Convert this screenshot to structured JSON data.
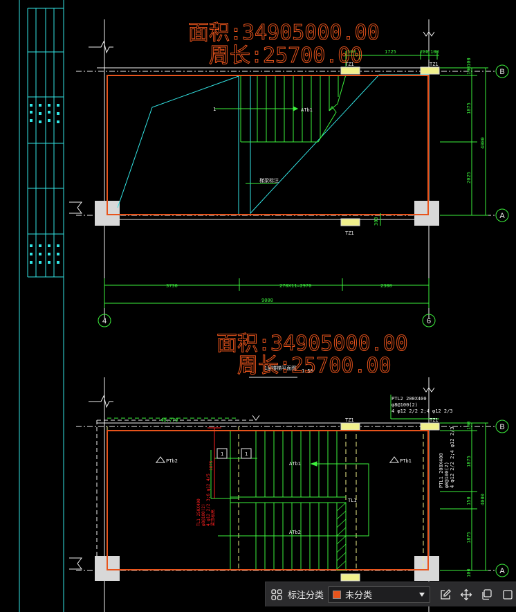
{
  "overlay": {
    "top": {
      "area": "面积:34905000.00",
      "perimeter": "周长:25700.00"
    },
    "bottom": {
      "area": "面积:34905000.00",
      "perimeter": "周长:25700.00"
    }
  },
  "plan1": {
    "dims_top": [
      "500",
      "1725",
      "200",
      "100"
    ],
    "dims_right": [
      "100",
      "1875",
      "2025",
      "100"
    ],
    "dim_total_right": "4000",
    "dims_bottom": [
      "3730",
      "270X11=2970",
      "2300"
    ],
    "dim_total_bottom": "9000",
    "grid_axes": [
      "B",
      "A",
      "4",
      "6"
    ],
    "labels": {
      "tz1_top_left": "TZ1",
      "tz1_top_right": "TZ1",
      "tz1_bottom": "TZ1",
      "stair": "ATb1",
      "mark1": "1",
      "note": "梯梁标注",
      "dim_300": "300"
    }
  },
  "plan2": {
    "title": "1层楼梯平面图",
    "scale": "1:50",
    "dims_top_left": "40.770",
    "dims_right": [
      "100",
      "1875",
      "150",
      "1875",
      "100"
    ],
    "dim_total_right": "4000",
    "grid_axes": [
      "B",
      "A"
    ],
    "labels": {
      "tz1_left": "TZ1",
      "tz1_right": "TZ1",
      "pt_left": "PTb2",
      "pt_right": "PTb1",
      "stair_top": "ATb1",
      "stair_bottom": "ATb2",
      "tl1": "TL1",
      "mark1a": "1",
      "mark1b": "1",
      "dim_1875": "1875"
    },
    "callout_top": [
      "PTL2 200X400",
      "φ8@100(2)",
      "4 φ12 2/2 2;4 φ12 2/3"
    ],
    "callout_right": [
      "PTL1 200X400",
      "φ8@100(2)",
      "4 φ12 2/2 2;4 φ12 2/3"
    ],
    "callout_red": [
      "TL1 250X400",
      "φ8@100(2)",
      "4 φ12 2/2 3;6 φ12 4/5",
      "梁顶标高"
    ]
  },
  "toolbar": {
    "grid_icon": "grid-icon",
    "label": "标注分类",
    "select_value": "未分类",
    "select_color": "#e8541c",
    "edit_icon": "edit-icon",
    "move_icon": "move-icon",
    "copy_icon": "copy-icon",
    "more_icon": "more-icon"
  },
  "colors": {
    "dim_green": "#3df23d",
    "cyan": "#33e6e6",
    "orange": "#e8541c",
    "red": "#ff2020",
    "white": "#f0f0f0",
    "yellow": "#f0f08c"
  }
}
